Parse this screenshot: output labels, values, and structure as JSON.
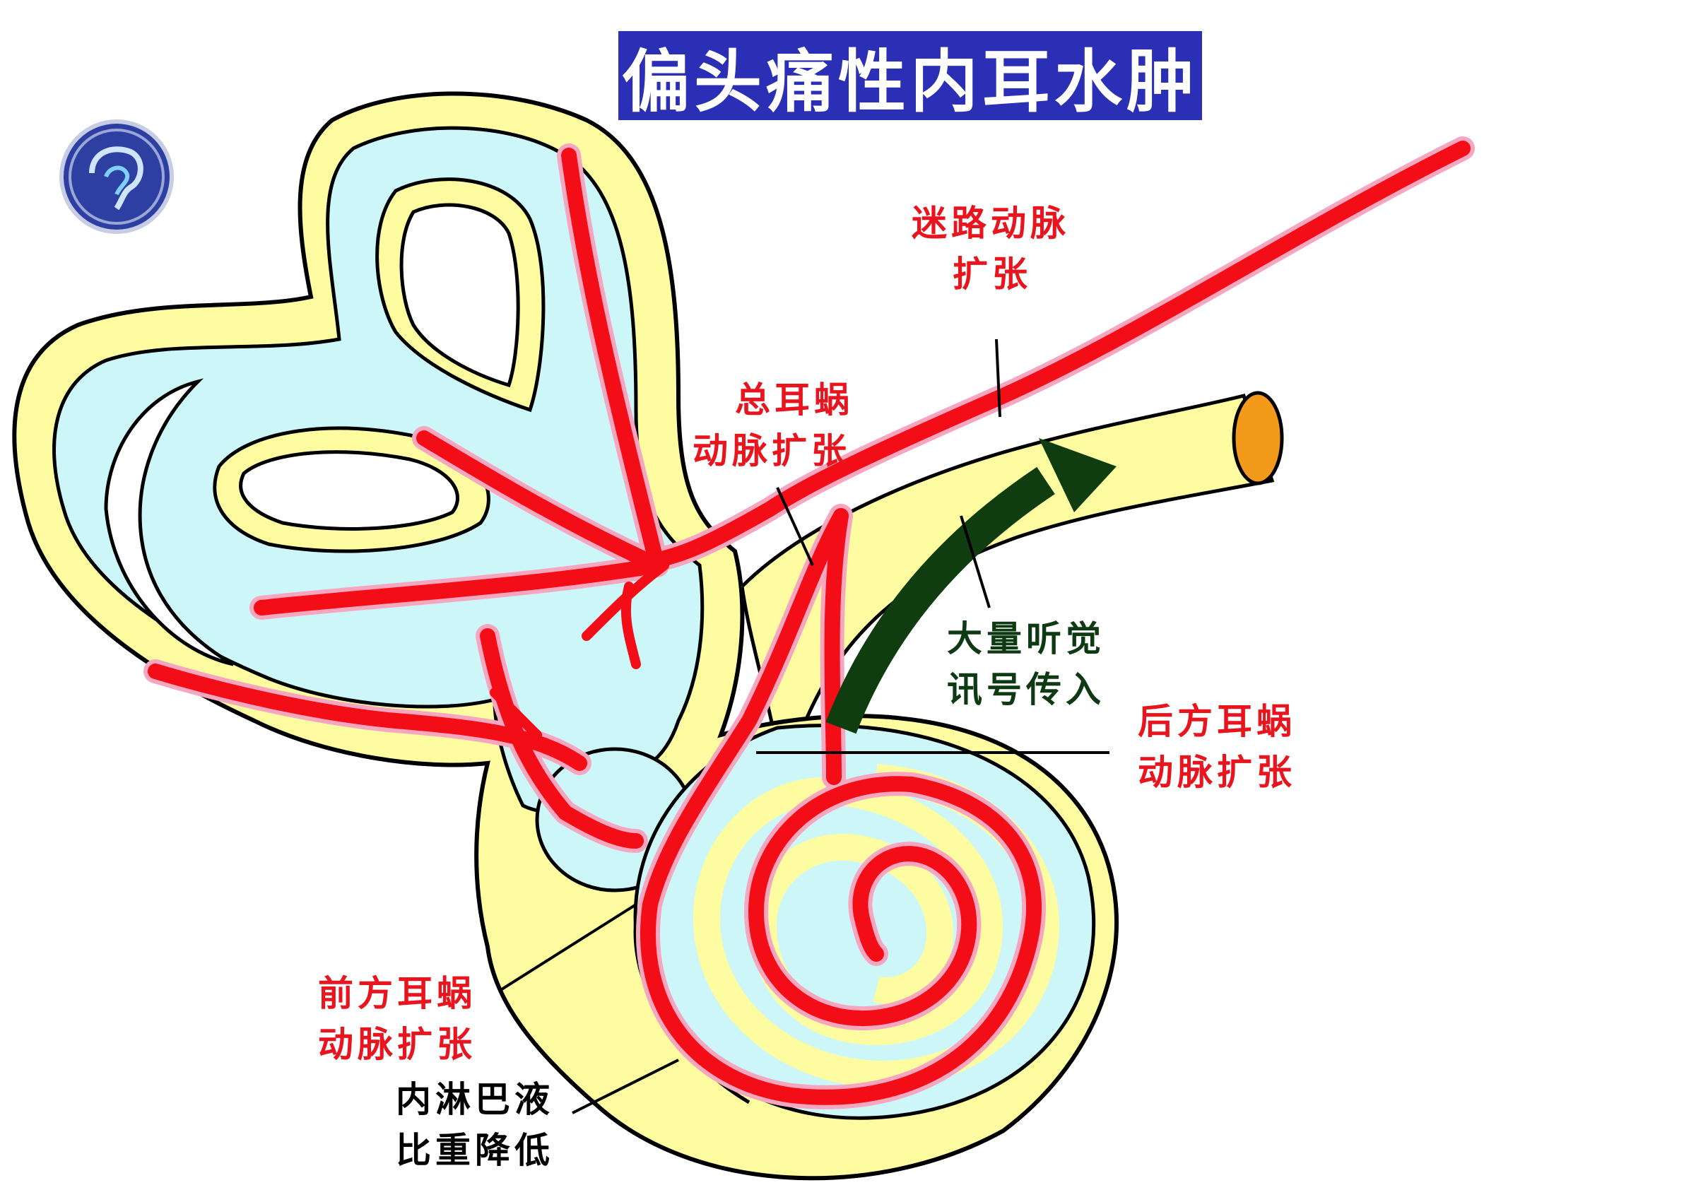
{
  "title": "偏头痛性内耳水肿",
  "labels": {
    "labyrinthine_artery": [
      "迷路动脉",
      "扩张"
    ],
    "common_cochlear_artery": [
      "总耳蜗",
      "动脉扩张"
    ],
    "auditory_input": [
      "大量听觉",
      "讯号传入"
    ],
    "posterior_cochlear_artery": [
      "后方耳蜗",
      "动脉扩张"
    ],
    "anterior_cochlear_artery": [
      "前方耳蜗",
      "动脉扩张"
    ],
    "endolymph": [
      "内淋巴液",
      "比重降低"
    ]
  },
  "colors": {
    "title_bg": "#2b2fb5",
    "bone": "#fefca0",
    "endolymph": "#cdf6f9",
    "artery": "#f20d17",
    "artery_halo": "#f7a6c0",
    "signal_arrow": "#0f3d10",
    "nerve_end": "#f49a1a",
    "label_red": "#e8141e",
    "label_green": "#0d3a12"
  },
  "icons": {
    "logo": "ear-anatomy-logo-icon"
  }
}
